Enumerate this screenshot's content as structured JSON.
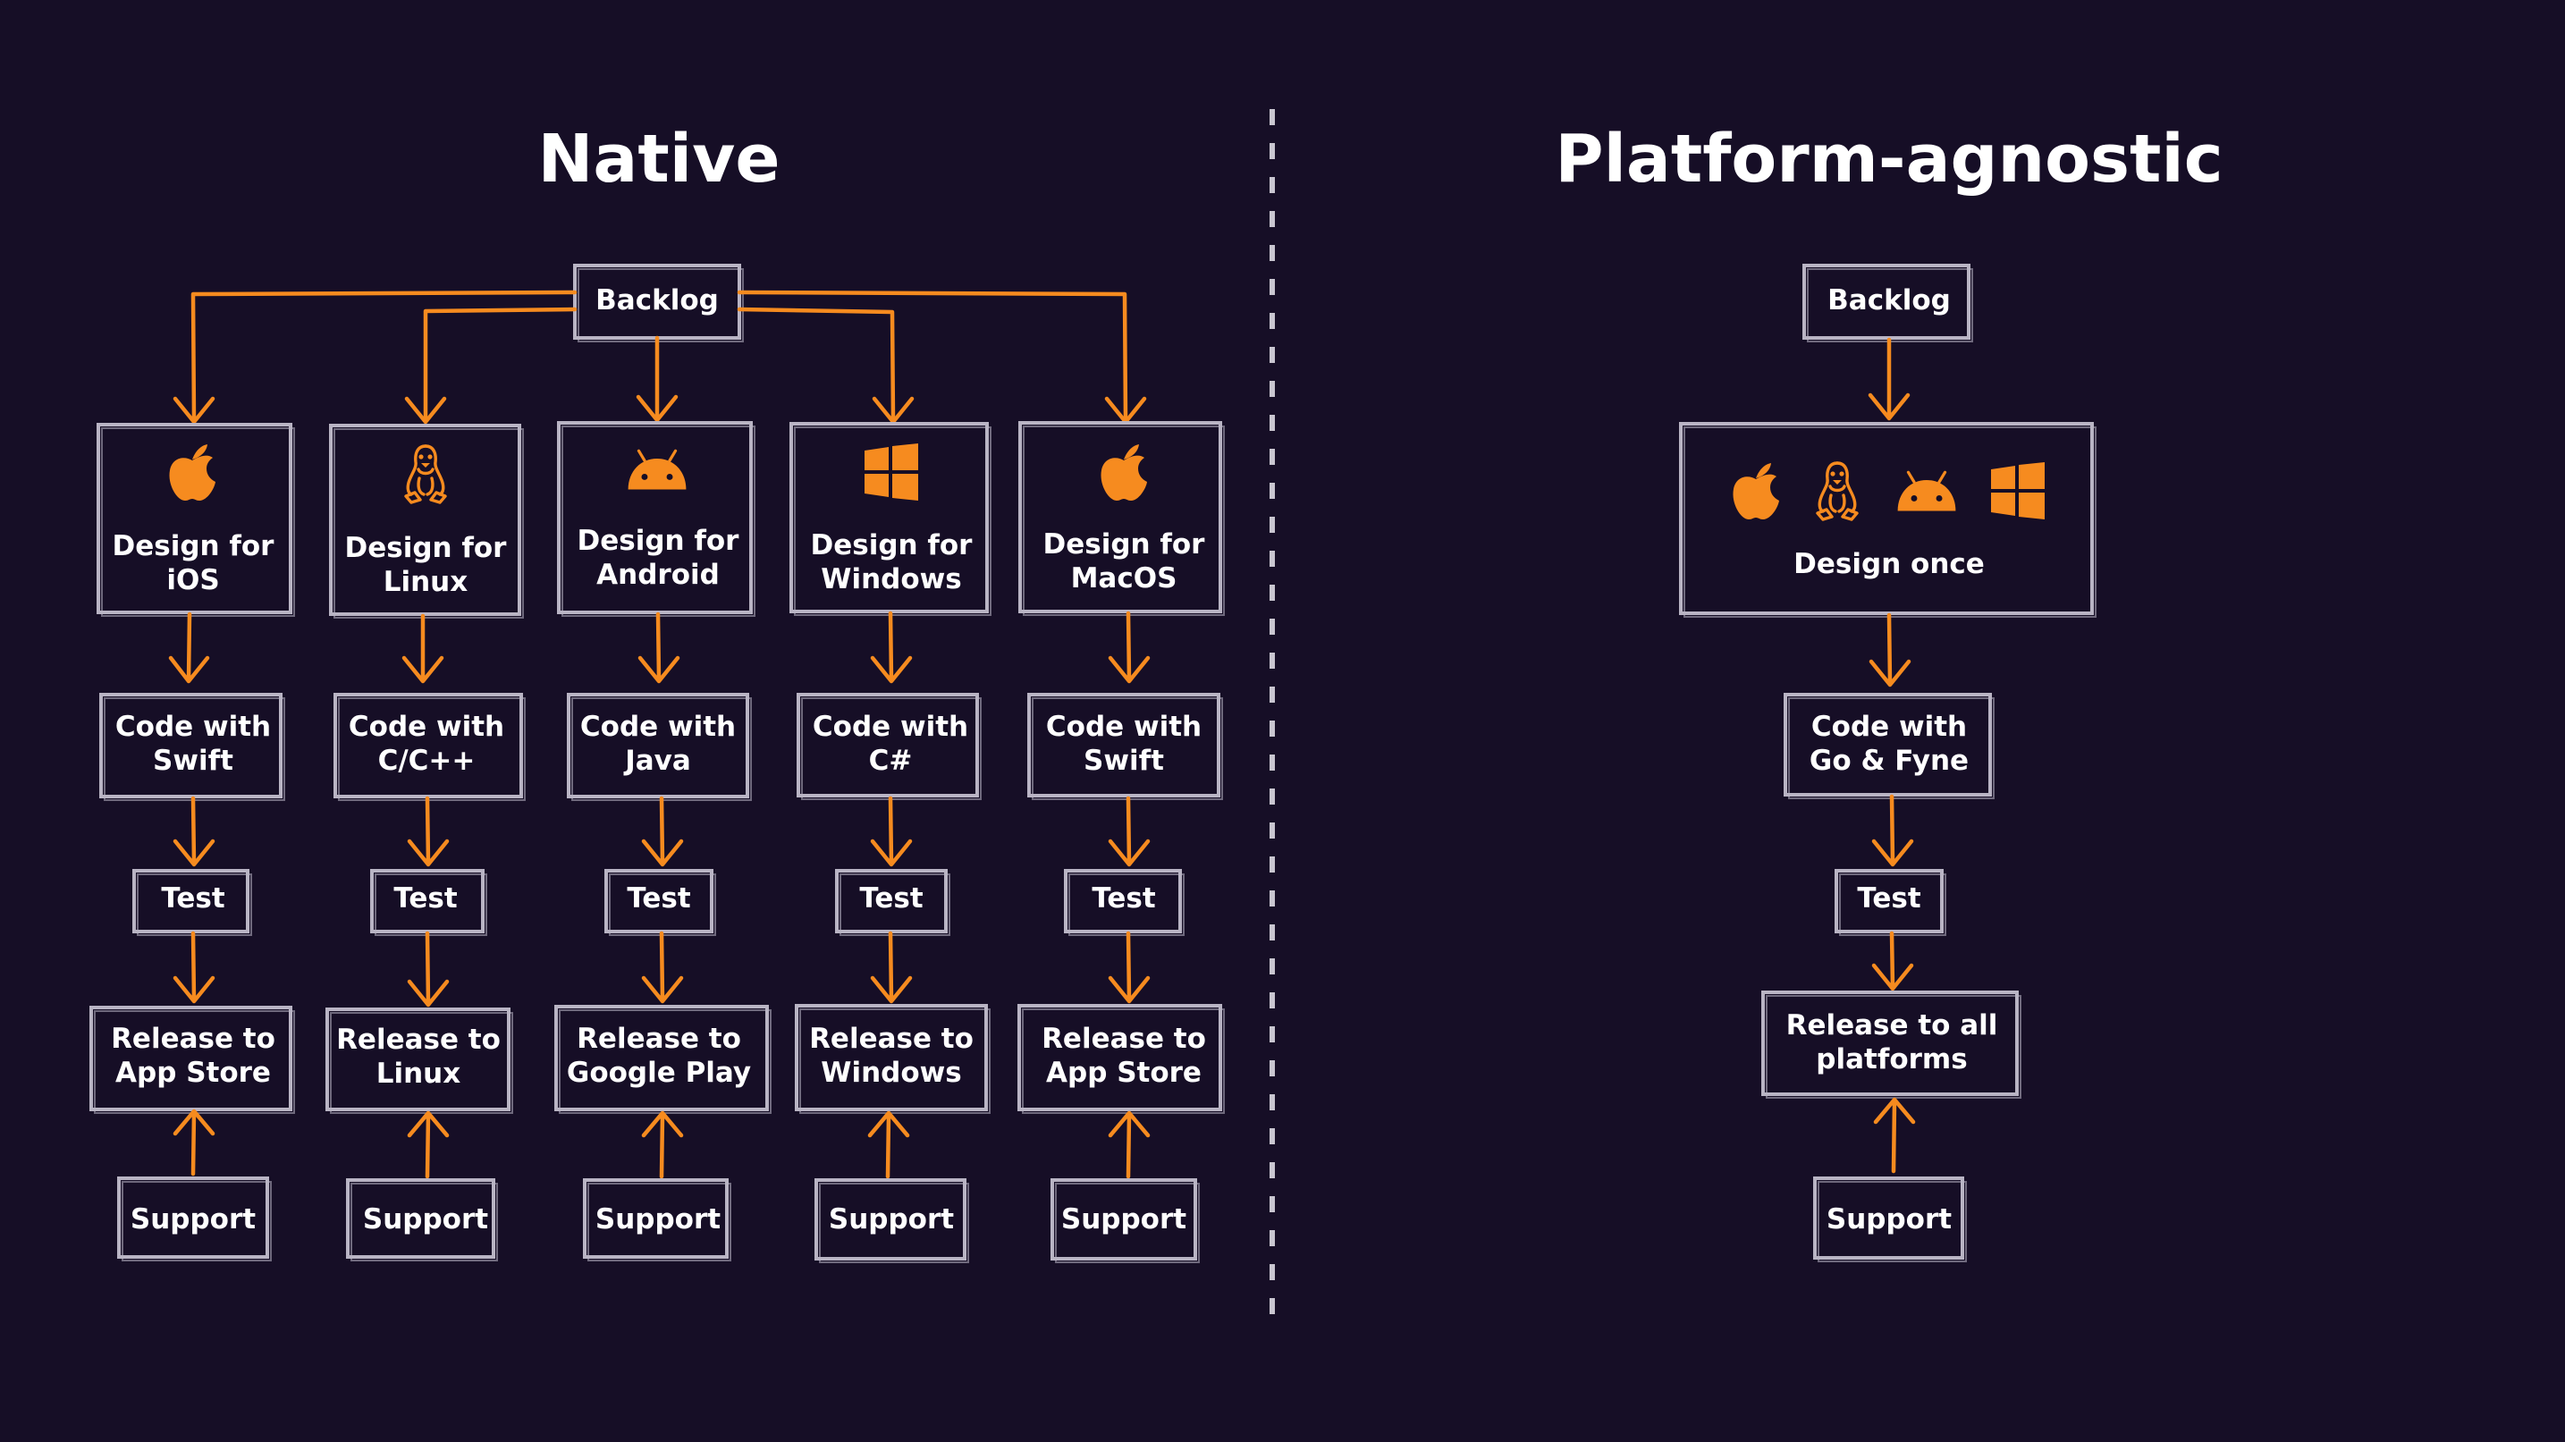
{
  "titles": {
    "native": "Native",
    "agnostic": "Platform-agnostic"
  },
  "native": {
    "backlog": "Backlog",
    "columns": [
      {
        "icon": "apple-icon",
        "design": [
          "Design for",
          "iOS"
        ],
        "code": [
          "Code with",
          "Swift"
        ],
        "test": "Test",
        "release": [
          "Release to",
          "App Store"
        ],
        "support": "Support"
      },
      {
        "icon": "linux-icon",
        "design": [
          "Design for",
          "Linux"
        ],
        "code": [
          "Code with",
          "C/C++"
        ],
        "test": "Test",
        "release": [
          "Release to",
          "Linux"
        ],
        "support": "Support"
      },
      {
        "icon": "android-icon",
        "design": [
          "Design for",
          "Android"
        ],
        "code": [
          "Code with",
          "Java"
        ],
        "test": "Test",
        "release": [
          "Release to",
          "Google Play"
        ],
        "support": "Support"
      },
      {
        "icon": "windows-icon",
        "design": [
          "Design for",
          "Windows"
        ],
        "code": [
          "Code with",
          "C#"
        ],
        "test": "Test",
        "release": [
          "Release to",
          "Windows"
        ],
        "support": "Support"
      },
      {
        "icon": "apple-icon",
        "design": [
          "Design for",
          "MacOS"
        ],
        "code": [
          "Code with",
          "Swift"
        ],
        "test": "Test",
        "release": [
          "Release to",
          "App Store"
        ],
        "support": "Support"
      }
    ]
  },
  "agnostic": {
    "backlog": "Backlog",
    "design_icons": [
      "apple-icon",
      "linux-icon",
      "android-icon",
      "windows-icon"
    ],
    "design": "Design once",
    "code": [
      "Code with",
      "Go & Fyne"
    ],
    "test": "Test",
    "release": [
      "Release to all",
      "platforms"
    ],
    "support": "Support"
  },
  "colors": {
    "background": "#160e26",
    "accent": "#f68b1f",
    "box_stroke": "#b9b4c4",
    "text": "#ffffff"
  }
}
